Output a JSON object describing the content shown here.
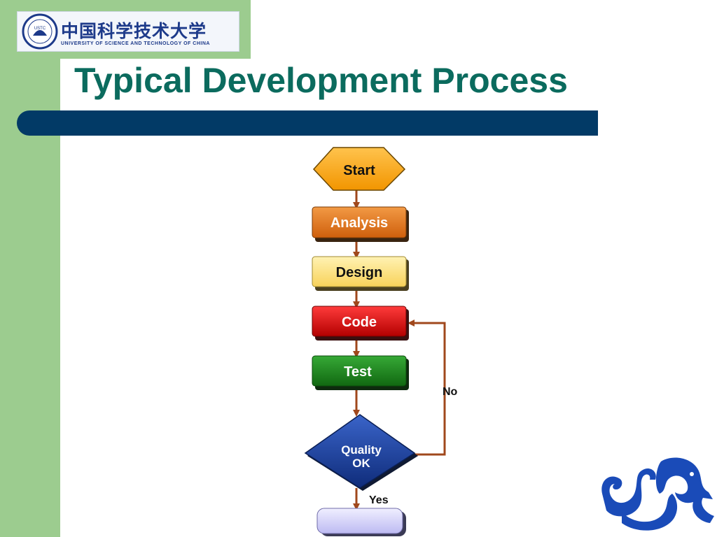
{
  "logo": {
    "name_cn": "中国科学技术大学",
    "name_en": "UNIVERSITY OF SCIENCE AND TECHNOLOGY OF CHINA",
    "seal_text": "USTC"
  },
  "slide": {
    "title": "Typical Development Process"
  },
  "flowchart": {
    "nodes": {
      "start": "Start",
      "analysis": "Analysis",
      "design": "Design",
      "code": "Code",
      "test": "Test",
      "quality_line1": "Quality",
      "quality_line2": "OK",
      "end": ""
    },
    "edges": {
      "no": "No",
      "yes": "Yes"
    }
  },
  "colors": {
    "sidebar_green": "#9ccc8f",
    "title_teal": "#0b6b5e",
    "bar_navy": "#023a66",
    "start_orange": "#f7a21b",
    "analysis_orange": "#e0741a",
    "design_yellow": "#fde48a",
    "code_red": "#d81414",
    "test_green": "#1c8a1c",
    "quality_blue": "#1a3f9c",
    "end_lavender": "#d9d8fb",
    "arrow_brown": "#a0481c"
  },
  "icons": {
    "corner_emblem": "dragon-emblem-icon",
    "seal": "university-seal-icon"
  }
}
